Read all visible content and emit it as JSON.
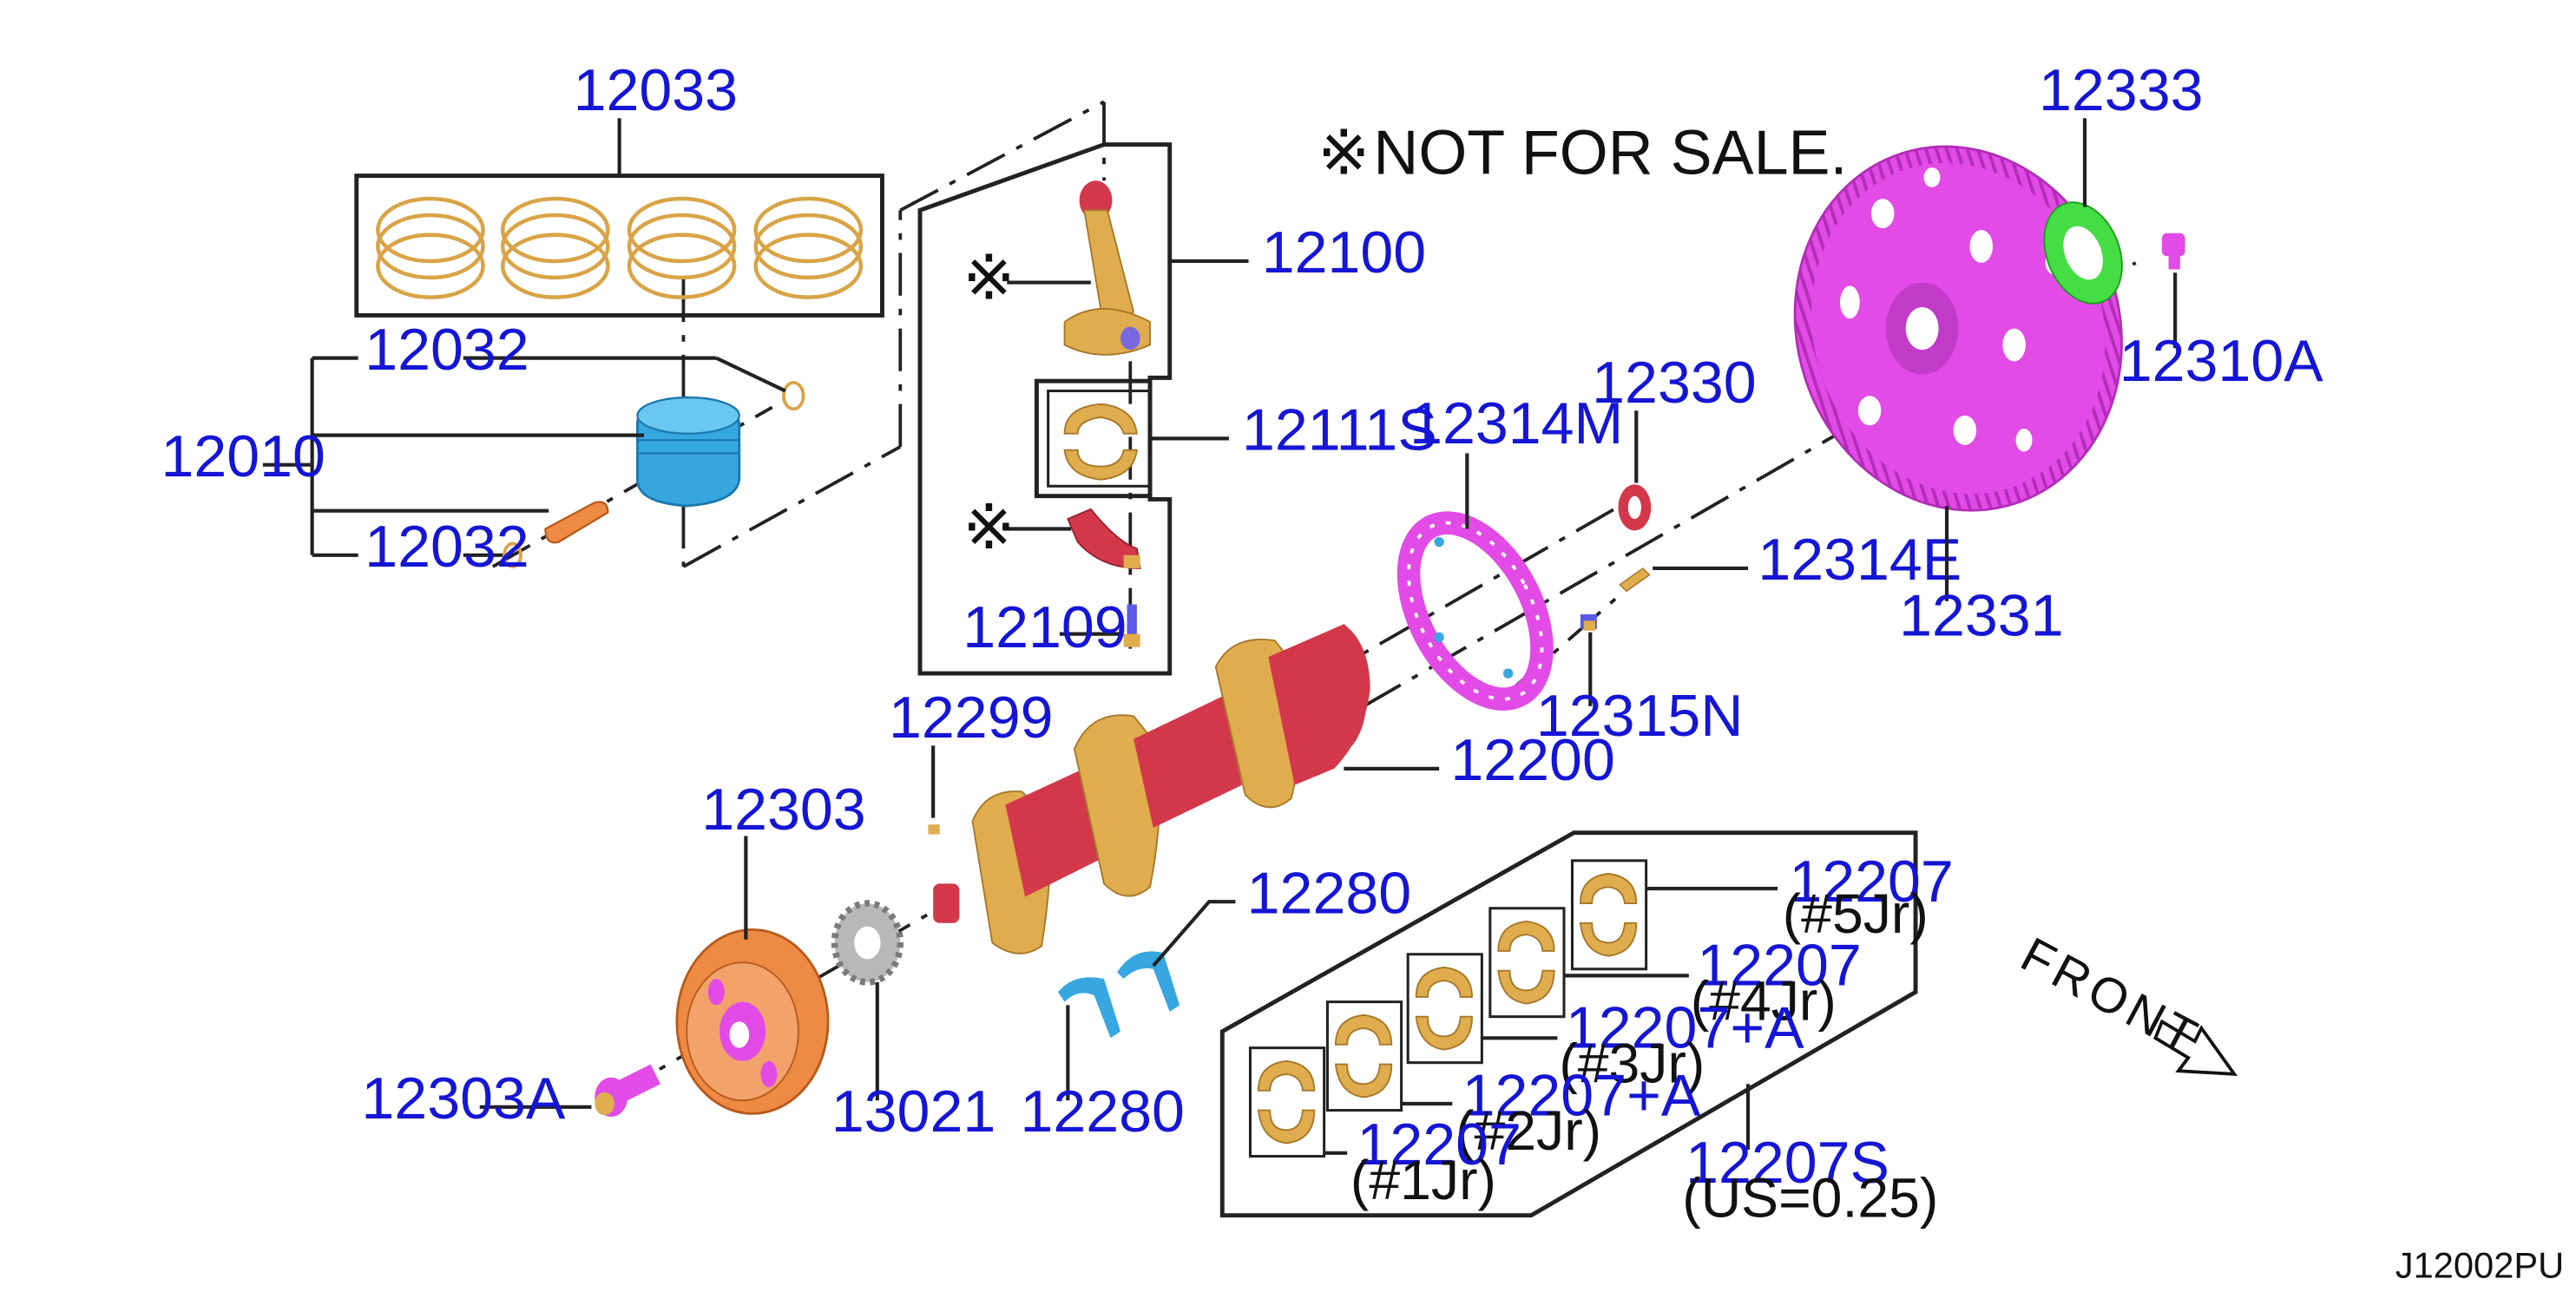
{
  "diagram_code": "J12002PU",
  "note": {
    "symbol": "※",
    "text": "NOT FOR SALE."
  },
  "front_label": "FRONT",
  "colors": {
    "part_number": "#1515d6",
    "gold": "#e0ad4e",
    "red": "#d3384a",
    "magenta": "#e24be6",
    "cyan": "#36a7e0",
    "green": "#44dd44",
    "orange": "#ef8a44",
    "grey": "#b8b8b8"
  },
  "callouts": {
    "p12033": "12033",
    "p12032_top": "12032",
    "p12032_bottom": "12032",
    "p12010": "12010",
    "p12100": "12100",
    "p12111S": "12111S",
    "p12109": "12109",
    "p12314M": "12314M",
    "p12330": "12330",
    "p12333": "12333",
    "p12310A": "12310A",
    "p12314E": "12314E",
    "p12331": "12331",
    "p12315N": "12315N",
    "p12200": "12200",
    "p12299": "12299",
    "p12303": "12303",
    "p12303A": "12303A",
    "p13021": "13021",
    "p12280_top": "12280",
    "p12280_bottom": "12280",
    "p12207_5": "12207",
    "p12207_4": "12207",
    "p12207A_3": "12207+A",
    "p12207A_2": "12207+A",
    "p12207_1": "12207",
    "p12207S": "12207S"
  },
  "sub_labels": {
    "jr5": "(#5Jr)",
    "jr4": "(#4Jr)",
    "jr3": "(#3Jr)",
    "jr2": "(#2Jr)",
    "jr1": "(#1Jr)",
    "us": "(US=0.25)"
  },
  "markers": {
    "rod": "※",
    "cap": "※"
  }
}
